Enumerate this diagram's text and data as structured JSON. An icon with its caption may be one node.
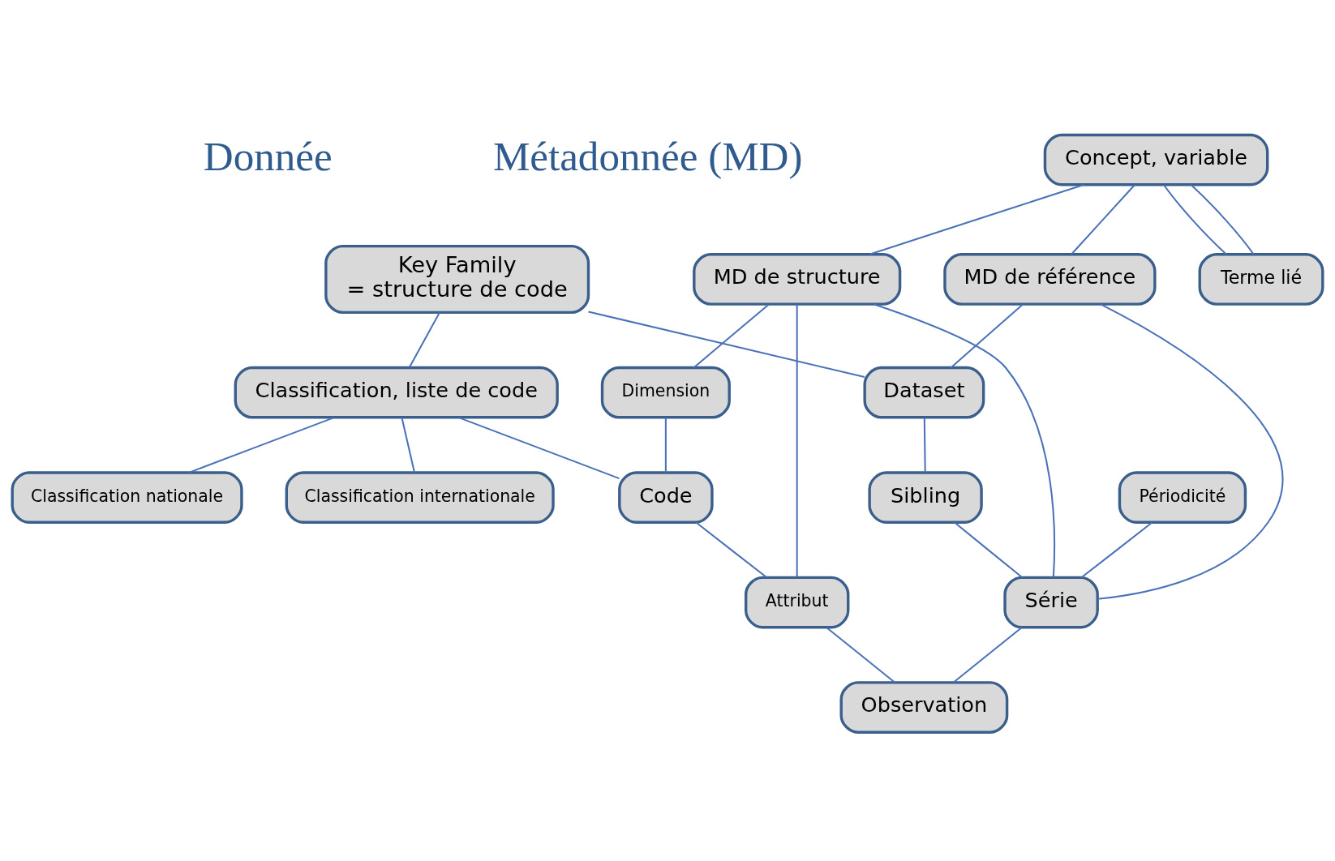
{
  "diagram": {
    "nodes": [
      {
        "text": [
          "Key Family",
          "= structure de code"
        ]
      },
      {
        "text": [
          "Concept, variable"
        ]
      },
      {
        "text": [
          "Terme lié"
        ]
      },
      {
        "text": [
          "MD de référence"
        ]
      },
      {
        "text": [
          "Dataset"
        ]
      },
      {
        "text": [
          "Sibling"
        ]
      },
      {
        "text": [
          "Périodicité"
        ]
      },
      {
        "text": [
          "Série"
        ]
      },
      {
        "text": [
          "MD de structure"
        ]
      },
      {
        "text": [
          "Observation"
        ]
      },
      {
        "text": [
          "Dimension"
        ]
      },
      {
        "text": [
          "Attribut"
        ]
      },
      {
        "text": [
          "Classification, liste de code"
        ]
      },
      {
        "text": [
          "Code"
        ]
      },
      {
        "text": [
          "Classification internationale"
        ]
      },
      {
        "text": [
          "Classification nationale"
        ]
      }
    ],
    "edges": [
      {
        "from": 0,
        "to": 12,
        "arrow": "none"
      },
      {
        "from": 0,
        "to": 4,
        "arrow": "none"
      },
      {
        "from": 1,
        "to": 2,
        "arrow": "none"
      },
      {
        "from": 1,
        "to": 2,
        "arrow": "none"
      },
      {
        "from": 1,
        "to": 3,
        "arrow": "none"
      },
      {
        "from": 1,
        "to": 8,
        "arrow": "none"
      },
      {
        "from": 3,
        "to": 4,
        "arrow": "none"
      },
      {
        "from": 4,
        "to": 5,
        "arrow": "none"
      },
      {
        "from": 5,
        "to": 7,
        "arrow": "none"
      },
      {
        "from": 6,
        "to": 7,
        "arrow": "none"
      },
      {
        "from": 3,
        "to": 7,
        "arrow": "none"
      },
      {
        "from": 8,
        "to": 7,
        "arrow": "none"
      },
      {
        "from": 7,
        "to": 9,
        "arrow": "none"
      },
      {
        "from": 8,
        "to": 10,
        "arrow": "none"
      },
      {
        "from": 8,
        "to": 11,
        "arrow": "none"
      },
      {
        "from": 11,
        "to": 9,
        "arrow": "none"
      },
      {
        "from": 10,
        "to": 13,
        "arrow": "none"
      },
      {
        "from": 13,
        "to": 11,
        "arrow": "none"
      },
      {
        "from": 12,
        "to": 13,
        "arrow": "none"
      },
      {
        "from": 12,
        "to": 14,
        "arrow": "none"
      },
      {
        "from": 12,
        "to": 15,
        "arrow": "none"
      }
    ],
    "labels": [
      "Métadonnée (MD)",
      "Donnée"
    ]
  }
}
